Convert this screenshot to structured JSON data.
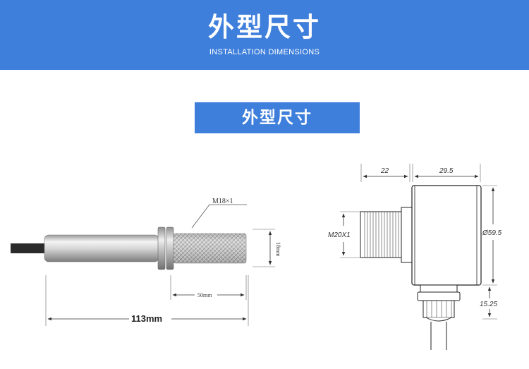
{
  "header": {
    "title": "外型尺寸",
    "subtitle": "INSTALLATION DIMENSIONS"
  },
  "section": {
    "label": "外型尺寸"
  },
  "left_drawing": {
    "thread_label": "M18×1",
    "thread_diameter_label": "18mm",
    "thread_length_label": "50mm",
    "total_length_label": "113mm"
  },
  "right_drawing": {
    "top_left_dim": "22",
    "top_right_dim": "29.5",
    "thread_label": "M20X1",
    "diameter_label": "Ø59.5",
    "bottom_dim": "15.25"
  },
  "colors": {
    "brand_blue": "#3f7fdc",
    "line": "#333333"
  }
}
